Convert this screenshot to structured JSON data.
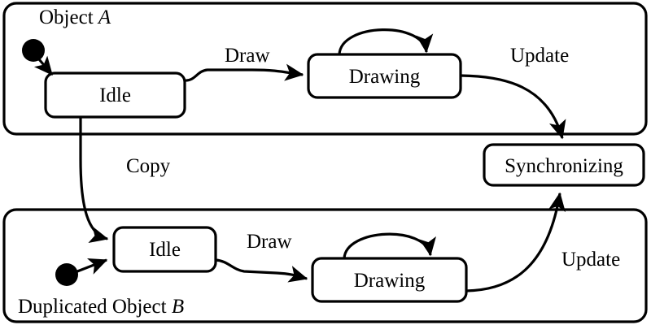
{
  "diagram": {
    "type": "uml-state-machine",
    "title": "",
    "stroke_color": "#000000",
    "fill_color": "#ffffff",
    "background": "#ffffff",
    "regions": [
      {
        "id": "region-a",
        "title_prefix": "Object ",
        "title_italic": "A",
        "title_full": "Object A",
        "states": [
          {
            "id": "a-idle",
            "label": "Idle"
          },
          {
            "id": "a-drawing",
            "label": "Drawing"
          }
        ],
        "initial_state": "a-idle"
      },
      {
        "id": "region-b",
        "title_prefix": "Duplicated Object ",
        "title_italic": "B",
        "title_full": "Duplicated Object B",
        "states": [
          {
            "id": "b-idle",
            "label": "Idle"
          },
          {
            "id": "b-drawing",
            "label": "Drawing"
          }
        ],
        "initial_state": "b-idle"
      }
    ],
    "shared_states": [
      {
        "id": "sync",
        "label": "Synchronizing"
      }
    ],
    "transitions": [
      {
        "id": "t-a-init",
        "from": "initial-a",
        "to": "a-idle",
        "label": ""
      },
      {
        "id": "t-a-draw",
        "from": "a-idle",
        "to": "a-drawing",
        "label": "Draw"
      },
      {
        "id": "t-a-self",
        "from": "a-drawing",
        "to": "a-drawing",
        "label": ""
      },
      {
        "id": "t-a-update",
        "from": "a-drawing",
        "to": "sync",
        "label": "Update"
      },
      {
        "id": "t-copy",
        "from": "a-idle",
        "to": "b-idle",
        "label": "Copy"
      },
      {
        "id": "t-b-init",
        "from": "initial-b",
        "to": "b-idle",
        "label": ""
      },
      {
        "id": "t-b-draw",
        "from": "b-idle",
        "to": "b-drawing",
        "label": "Draw"
      },
      {
        "id": "t-b-self",
        "from": "b-drawing",
        "to": "b-drawing",
        "label": ""
      },
      {
        "id": "t-b-update",
        "from": "b-drawing",
        "to": "sync",
        "label": "Update"
      }
    ]
  },
  "labels": {
    "object_a_prefix": "Object ",
    "object_a_italic": "A",
    "object_b_prefix": "Duplicated Object ",
    "object_b_italic": "B",
    "a_idle": "Idle",
    "a_drawing": "Drawing",
    "b_idle": "Idle",
    "b_drawing": "Drawing",
    "synchronizing": "Synchronizing",
    "draw_top": "Draw",
    "draw_bottom": "Draw",
    "update_top": "Update",
    "update_bottom": "Update",
    "copy": "Copy"
  }
}
